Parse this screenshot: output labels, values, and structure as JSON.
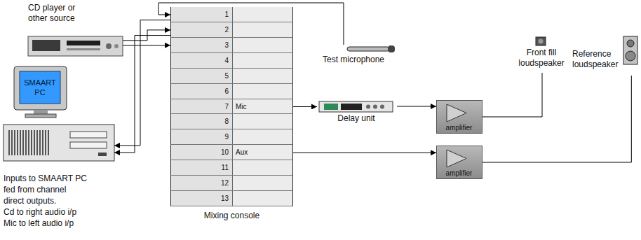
{
  "diagram": {
    "nodes": [
      {
        "text": [
          "CD player or other source"
        ]
      },
      {
        "text": [
          "Mixing console"
        ]
      },
      {
        "text": [
          "1"
        ],
        "in": 1
      },
      {
        "text": [
          "2"
        ],
        "in": 1
      },
      {
        "text": [
          "3"
        ],
        "in": 1
      },
      {
        "text": [
          "4"
        ],
        "in": 1
      },
      {
        "text": [
          "5"
        ],
        "in": 1
      },
      {
        "text": [
          "6"
        ],
        "in": 1
      },
      {
        "text": [
          "7",
          "Mic"
        ],
        "in": 1
      },
      {
        "text": [
          "8"
        ],
        "in": 1
      },
      {
        "text": [
          "9"
        ],
        "in": 1
      },
      {
        "text": [
          "10",
          "Aux"
        ],
        "in": 1
      },
      {
        "text": [
          "11"
        ],
        "in": 1
      },
      {
        "text": [
          "12"
        ],
        "in": 1
      },
      {
        "text": [
          "13"
        ],
        "in": 1
      },
      {
        "text": [
          "Test microphone"
        ]
      },
      {
        "text": [
          "SMAART PC"
        ]
      },
      {
        "text": [
          "Delay unit"
        ]
      },
      {
        "text": [
          "amplifier"
        ]
      },
      {
        "text": [
          "Front fill loudspeaker"
        ]
      },
      {
        "text": [
          "amplifier"
        ]
      },
      {
        "text": [
          "Reference loudspeaker"
        ]
      }
    ],
    "edges": [
      {
        "from": 15,
        "to": 2,
        "arrow": "to"
      },
      {
        "from": 0,
        "to": 3,
        "arrow": "to"
      },
      {
        "from": 0,
        "to": 4,
        "arrow": "to"
      },
      {
        "from": 2,
        "to": 16,
        "arrow": "to"
      },
      {
        "from": 3,
        "to": 16,
        "arrow": "to"
      },
      {
        "from": 8,
        "to": 17,
        "arrow": "to"
      },
      {
        "from": 17,
        "to": 18,
        "arrow": "to"
      },
      {
        "from": 18,
        "to": 19,
        "arrow": "none"
      },
      {
        "from": 11,
        "to": 20,
        "arrow": "to"
      },
      {
        "from": 20,
        "to": 21,
        "arrow": "none"
      }
    ],
    "labels": [
      "Inputs to SMAART PC fed from channel direct outputs.",
      "Cd to right audio i/p",
      "Mic to left audio i/p"
    ]
  }
}
